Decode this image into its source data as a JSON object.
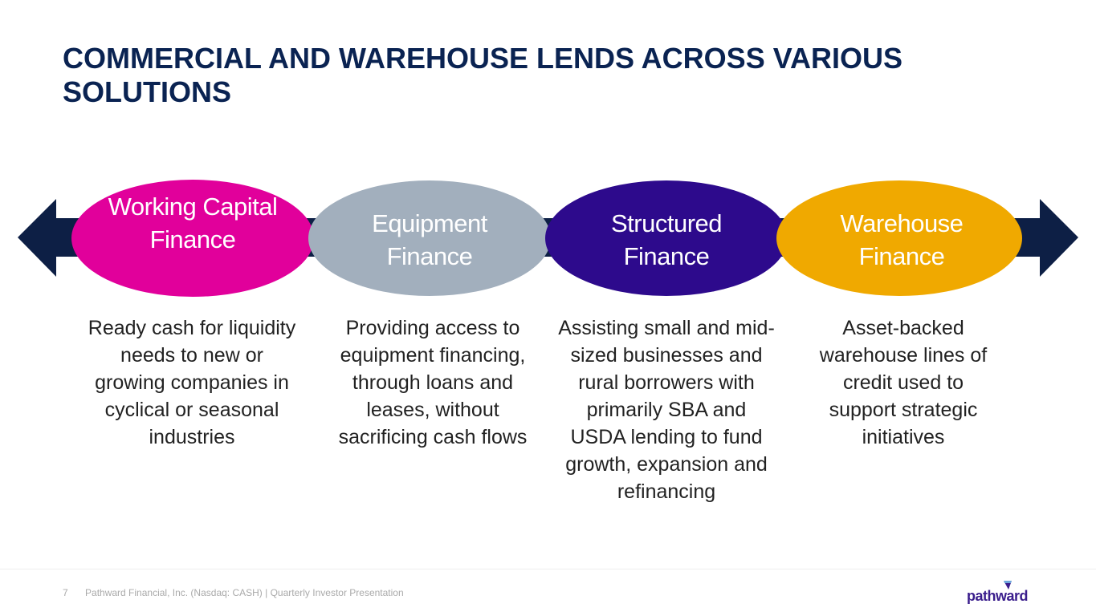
{
  "title": "COMMERCIAL AND WAREHOUSE LENDS ACROSS VARIOUS SOLUTIONS",
  "colors": {
    "arrow": "#0d1f45",
    "working_capital": "#e1009b",
    "equipment": "#a2afbd",
    "structured": "#2d0a8c",
    "warehouse": "#f0a900"
  },
  "solutions": [
    {
      "label": "Working Capital Finance",
      "description": "Ready cash for liquidity needs to new or growing companies in cyclical or seasonal industries"
    },
    {
      "label": "Equipment Finance",
      "description": "Providing access to equipment financing, through loans and leases, without sacrificing cash flows"
    },
    {
      "label": "Structured Finance",
      "description": "Assisting small and mid-sized businesses and rural borrowers with primarily SBA and USDA lending to fund growth, expansion and refinancing"
    },
    {
      "label": "Warehouse Finance",
      "description": "Asset-backed warehouse lines of credit used to support strategic initiatives"
    }
  ],
  "footer": {
    "page_number": "7",
    "text": "Pathward Financial, Inc. (Nasdaq: CASH) | Quarterly Investor Presentation"
  },
  "logo": {
    "text": "pathward"
  }
}
